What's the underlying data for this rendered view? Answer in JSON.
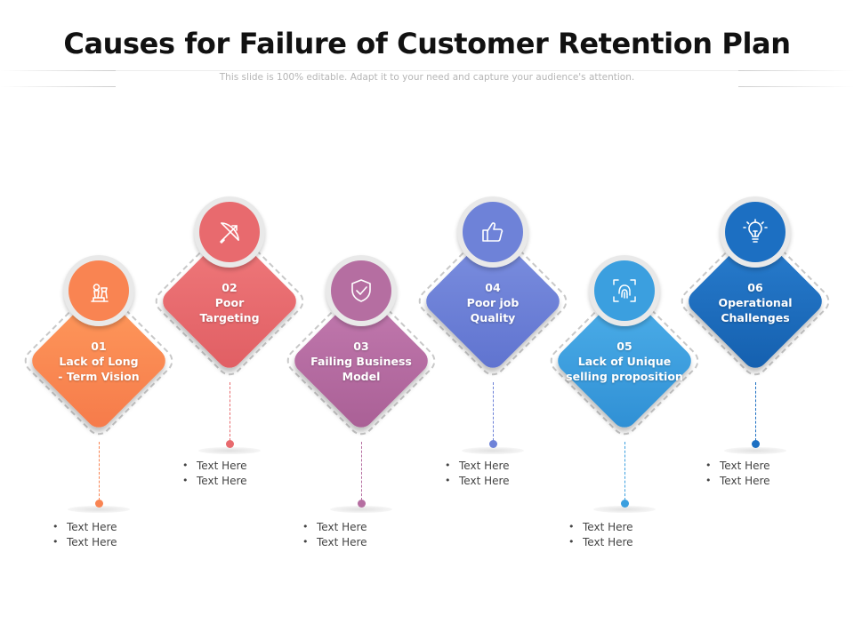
{
  "header": {
    "title": "Causes for Failure of Customer Retention Plan",
    "subtitle": "This slide is 100% editable. Adapt it to your need and capture your audience's attention."
  },
  "steps": [
    {
      "number": "01",
      "line1": "Lack of Long",
      "line2": "- Term Vision",
      "icon": "chess-pieces-icon",
      "color": "#f98452",
      "bullets": [
        "Text Here",
        "Text Here"
      ]
    },
    {
      "number": "02",
      "line1": "Poor",
      "line2": "Targeting",
      "icon": "bow-arrow-icon",
      "color": "#e86a6e",
      "bullets": [
        "Text Here",
        "Text Here"
      ]
    },
    {
      "number": "03",
      "line1": "Failing Business",
      "line2": "Model",
      "icon": "shield-check-icon",
      "color": "#b56ea1",
      "bullets": [
        "Text Here",
        "Text Here"
      ]
    },
    {
      "number": "04",
      "line1": "Poor job",
      "line2": "Quality",
      "icon": "thumbs-up-icon",
      "color": "#6e82d8",
      "bullets": [
        "Text Here",
        "Text Here"
      ]
    },
    {
      "number": "05",
      "line1": "Lack of Unique",
      "line2": "selling proposition",
      "icon": "fingerprint-icon",
      "color": "#3b9fdf",
      "bullets": [
        "Text Here",
        "Text Here"
      ]
    },
    {
      "number": "06",
      "line1": "Operational",
      "line2": "Challenges",
      "icon": "lightbulb-icon",
      "color": "#1c6fc2",
      "bullets": [
        "Text Here",
        "Text Here"
      ]
    }
  ]
}
